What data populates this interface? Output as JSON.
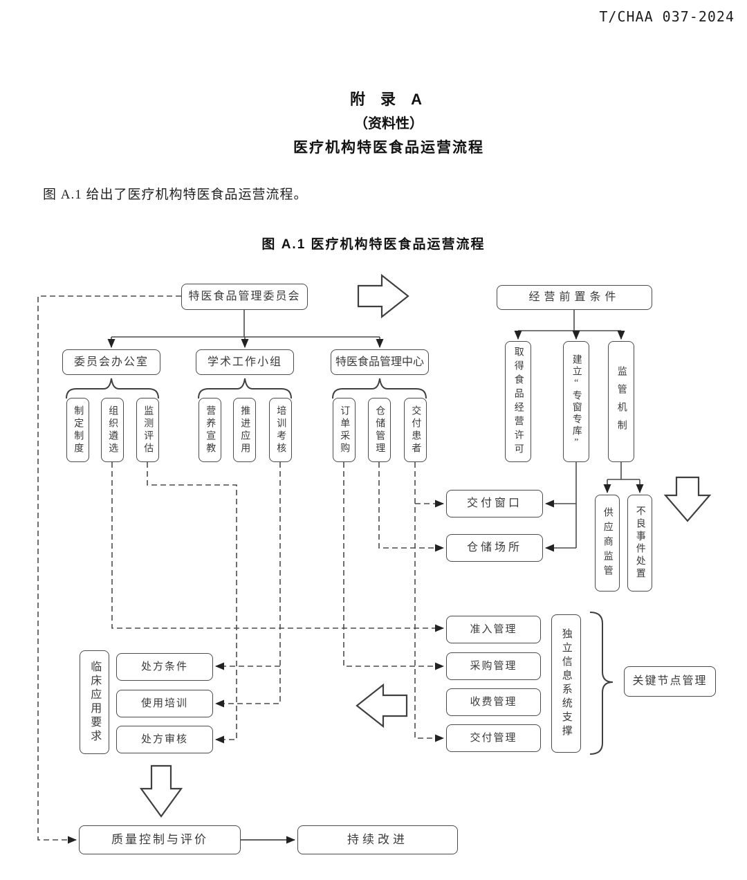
{
  "header": {
    "doc_code": "T/CHAA 037-2024"
  },
  "titles": {
    "appendix": "附 录 A",
    "type_note": "（资料性）",
    "subject": "医疗机构特医食品运营流程"
  },
  "body": {
    "intro": "图 A.1 给出了医疗机构特医食品运营流程。"
  },
  "figure": {
    "caption": "图 A.1  医疗机构特医食品运营流程"
  },
  "nodes": {
    "committee": "特医食品管理委员会",
    "prereq": "经营前置条件",
    "office": "委员会办公室",
    "academic": "学术工作小组",
    "center": "特医食品管理中心",
    "zhiding": "制定制度",
    "zuzhi": "组织遴选",
    "jiance": "监测评估",
    "yingyang": "营养宣教",
    "tuijin": "推进应用",
    "peixun": "培训考核",
    "dingdan": "订单采购",
    "cangchu": "仓储管理",
    "jiaofu": "交付患者",
    "license": "取得食品经营许可",
    "zhuanku": "建立“专窗专库”",
    "jianguan": "监管机制",
    "supplier": "供应商监管",
    "adverse": "不良事件处置",
    "window": "交付窗口",
    "storage": "仓储场所",
    "access": "准入管理",
    "procurement": "采购管理",
    "charging": "收费管理",
    "delivery": "交付管理",
    "infosys": "独立信息系统支撑",
    "keynode": "关键节点管理",
    "clinical": "临床应用要求",
    "rxcond": "处方条件",
    "usetrain": "使用培训",
    "rxreview": "处方审核",
    "quality": "质量控制与评价",
    "improve": "持续改进"
  },
  "diagram": {
    "type": "flowchart",
    "line_color": "#4a4a4a",
    "edges_solid": [
      [
        "特医食品管理委员会",
        "委员会办公室"
      ],
      [
        "特医食品管理委员会",
        "学术工作小组"
      ],
      [
        "特医食品管理委员会",
        "特医食品管理中心"
      ],
      [
        "经营前置条件",
        "取得食品经营许可"
      ],
      [
        "经营前置条件",
        "建立“专窗专库”"
      ],
      [
        "经营前置条件",
        "监管机制"
      ],
      [
        "监管机制",
        "供应商监管"
      ],
      [
        "监管机制",
        "不良事件处置"
      ],
      [
        "建立“专窗专库”",
        "交付窗口"
      ],
      [
        "建立“专窗专库”",
        "仓储场所"
      ],
      [
        "质量控制与评价",
        "持续改进"
      ]
    ],
    "edges_dashed": [
      [
        "特医食品管理委员会",
        "质量控制与评价"
      ],
      [
        "组织遴选",
        "准入管理"
      ],
      [
        "监测评估",
        "处方审核"
      ],
      [
        "培训考核",
        "处方条件"
      ],
      [
        "培训考核",
        "使用培训"
      ],
      [
        "订单采购",
        "采购管理"
      ],
      [
        "仓储管理",
        "仓储场所"
      ],
      [
        "交付患者",
        "交付窗口"
      ],
      [
        "交付患者",
        "交付管理"
      ]
    ],
    "brace_groups": [
      {
        "parent": "委员会办公室",
        "children": [
          "制定制度",
          "组织遴选",
          "监测评估"
        ]
      },
      {
        "parent": "学术工作小组",
        "children": [
          "营养宣教",
          "推进应用",
          "培训考核"
        ]
      },
      {
        "parent": "特医食品管理中心",
        "children": [
          "订单采购",
          "仓储管理",
          "交付患者"
        ]
      },
      {
        "parent": "关键节点管理",
        "children": [
          "准入管理",
          "采购管理",
          "收费管理",
          "交付管理",
          "独立信息系统支撑"
        ]
      },
      {
        "parent": "临床应用要求",
        "children": [
          "处方条件",
          "使用培训",
          "处方审核"
        ]
      }
    ]
  }
}
